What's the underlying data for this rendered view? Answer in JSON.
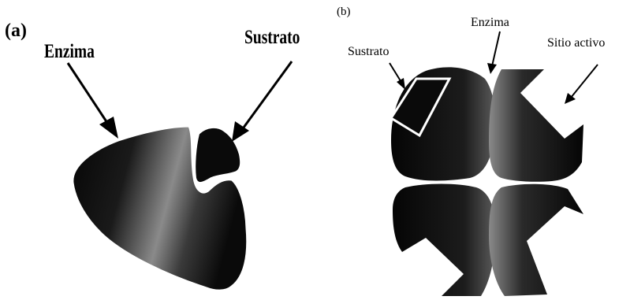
{
  "panels": {
    "a": {
      "tag": "(a)",
      "enzyme_label": "Enzima",
      "substrate_label": "Sustrato"
    },
    "b": {
      "tag": "(b)",
      "enzyme_label": "Enzima",
      "substrate_label": "Sustrato",
      "active_site_label": "Sitio activo"
    }
  },
  "colors": {
    "shape_dark": "#0a0a0a",
    "shape_highlight": "#8a8a8a",
    "outline_white": "#ffffff",
    "background": "#ffffff"
  }
}
